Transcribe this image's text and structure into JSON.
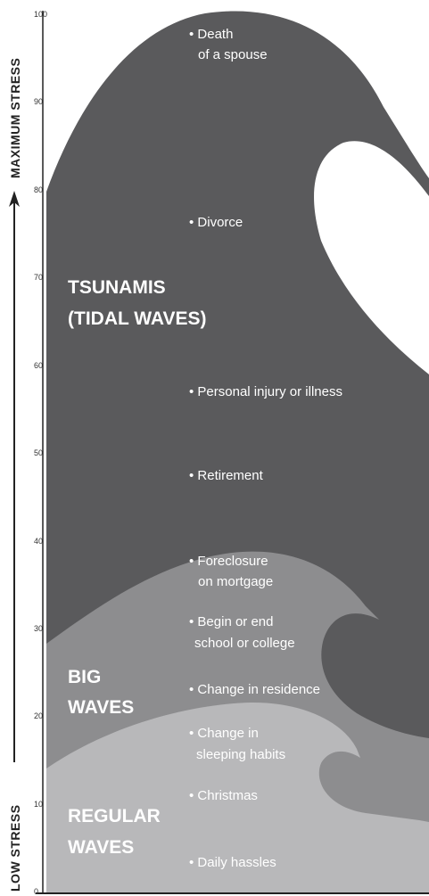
{
  "axis": {
    "top_label": "MAXIMUM STRESS",
    "bottom_label": "LOW STRESS",
    "ticks": [
      "100",
      "90",
      "80",
      "70",
      "60",
      "50",
      "40",
      "30",
      "20",
      "10",
      "0"
    ]
  },
  "zones": {
    "tsunamis": [
      "TSUNAMIS",
      "(TIDAL WAVES)"
    ],
    "big": [
      "BIG",
      "WAVES"
    ],
    "regular": [
      "REGULAR",
      "WAVES"
    ]
  },
  "events": [
    [
      "• Death",
      "of a spouse"
    ],
    [
      "• Divorce"
    ],
    [
      "• Personal injury or illness"
    ],
    [
      "• Retirement"
    ],
    [
      "• Foreclosure",
      "on mortgage"
    ],
    [
      "• Begin or end",
      "school or college"
    ],
    [
      "• Change in residence"
    ],
    [
      "• Change in",
      "sleeping habits"
    ],
    [
      "• Christmas"
    ],
    [
      "• Daily hassles"
    ]
  ],
  "colors": {
    "tsunami": "#5a5a5c",
    "big": "#8d8d8f",
    "regular": "#b8b8ba",
    "axis": "#222222"
  }
}
